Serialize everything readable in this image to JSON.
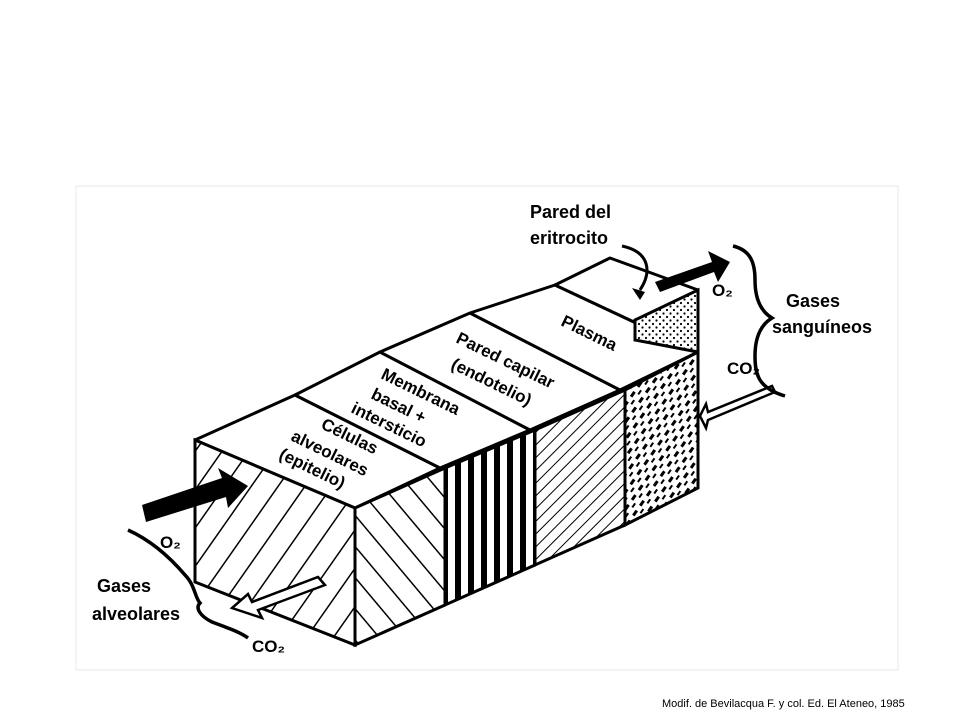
{
  "diagram": {
    "labels": {
      "pared_eritrocito_1": "Pared del",
      "pared_eritrocito_2": "eritrocito",
      "o2_top": "O₂",
      "co2_top": "CO₂",
      "gases_sanguineos_1": "Gases",
      "gases_sanguineos_2": "sanguíneos",
      "plasma": "Plasma",
      "pared_capilar_1": "Pared capilar",
      "pared_capilar_2": "(endotelio)",
      "membrana_1": "Membrana",
      "membrana_2": "basal +",
      "membrana_3": "intersticio",
      "celulas_1": "Células",
      "celulas_2": "alveolares",
      "celulas_3": "(epitelio)",
      "o2_bottom": "O₂",
      "co2_bottom": "CO₂",
      "gases_alveolares_1": "Gases",
      "gases_alveolares_2": "alveolares"
    }
  },
  "credit": "Modif. de Bevilacqua F. y col. Ed. El Ateneo, 1985"
}
